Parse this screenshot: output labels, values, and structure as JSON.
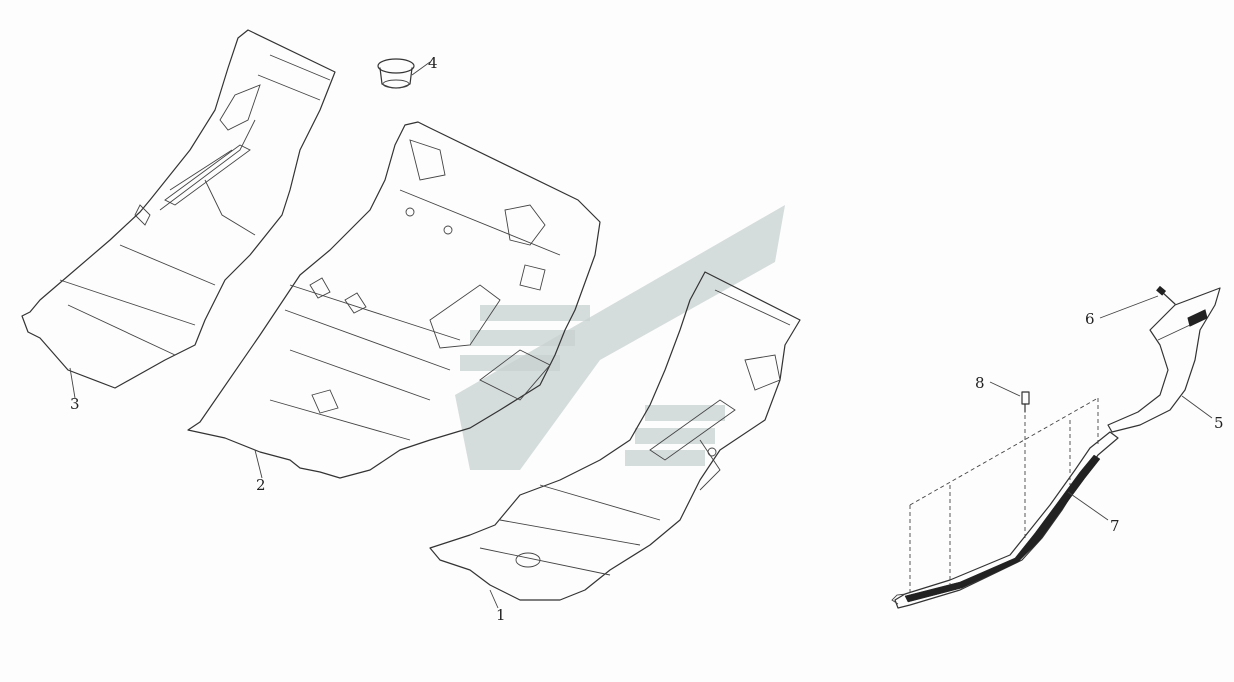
{
  "diagram": {
    "callouts": [
      {
        "id": "1",
        "label": "1"
      },
      {
        "id": "2",
        "label": "2"
      },
      {
        "id": "3",
        "label": "3"
      },
      {
        "id": "4",
        "label": "4"
      },
      {
        "id": "5",
        "label": "5"
      },
      {
        "id": "6",
        "label": "6"
      },
      {
        "id": "7",
        "label": "7"
      },
      {
        "id": "8",
        "label": "8"
      }
    ]
  },
  "colors": {
    "background": "#fdfdfd",
    "linework": "#333333",
    "watermark": "#c7d0d0"
  }
}
